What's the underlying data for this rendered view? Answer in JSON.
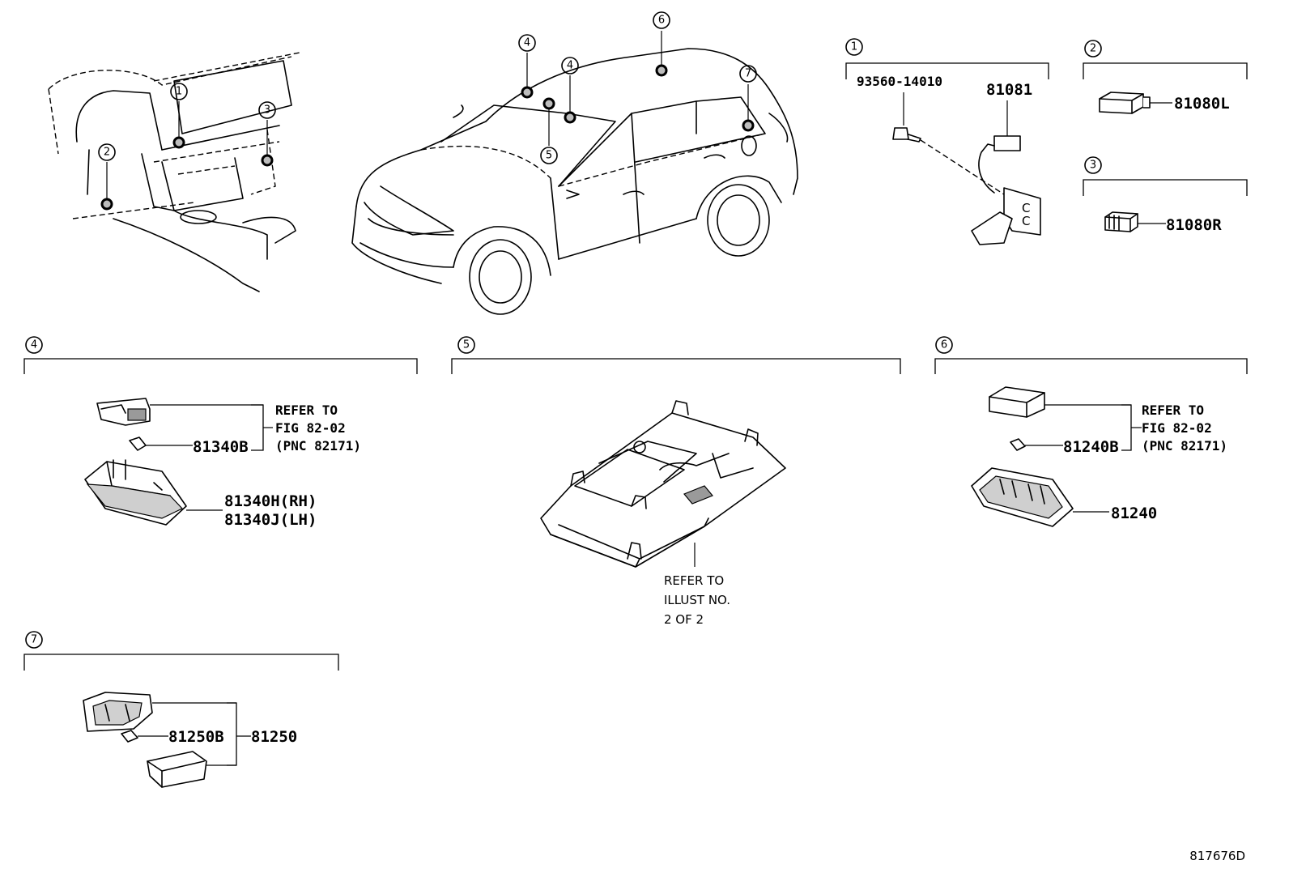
{
  "callouts": {
    "c1": "1",
    "c2": "2",
    "c3": "3",
    "c4": "4",
    "c5": "5",
    "c6": "6",
    "c7": "7"
  },
  "parts": {
    "p93560_14010": "93560-14010",
    "p81081": "81081",
    "p81080L": "81080L",
    "p81080R": "81080R",
    "p81340B": "81340B",
    "p81340H": "81340H(RH)",
    "p81340J": "81340J(LH)",
    "p81240B": "81240B",
    "p81240": "81240",
    "p81250B": "81250B",
    "p81250": "81250"
  },
  "notes": {
    "ref4": [
      "REFER TO",
      "FIG 82-02",
      "(PNC 82171)"
    ],
    "ref6": [
      "REFER TO",
      "FIG 82-02",
      "(PNC 82171)"
    ],
    "ref5": [
      "REFER TO",
      "ILLUST NO.",
      "2 OF 2"
    ]
  },
  "illustration_id": "817676D"
}
